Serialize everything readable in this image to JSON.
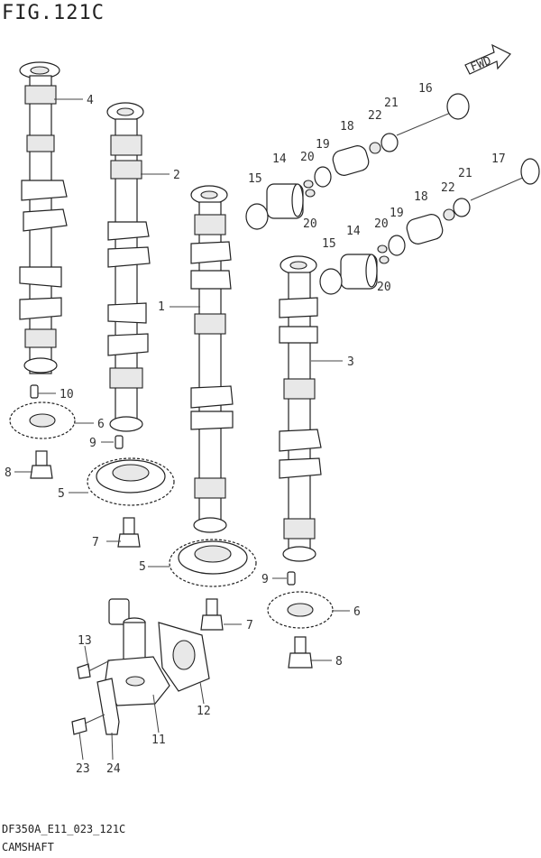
{
  "title": "FIG.121C",
  "footer": {
    "code": "DF350A_E11_023_121C",
    "name": "CAMSHAFT"
  },
  "fwd_label": "FWD",
  "callouts": [
    "1",
    "2",
    "3",
    "4",
    "5",
    "5",
    "6",
    "6",
    "7",
    "7",
    "8",
    "8",
    "9",
    "9",
    "10",
    "11",
    "12",
    "13",
    "14",
    "14",
    "15",
    "15",
    "16",
    "17",
    "18",
    "18",
    "19",
    "19",
    "20",
    "20",
    "20",
    "20",
    "21",
    "21",
    "22",
    "22",
    "23",
    "24"
  ]
}
